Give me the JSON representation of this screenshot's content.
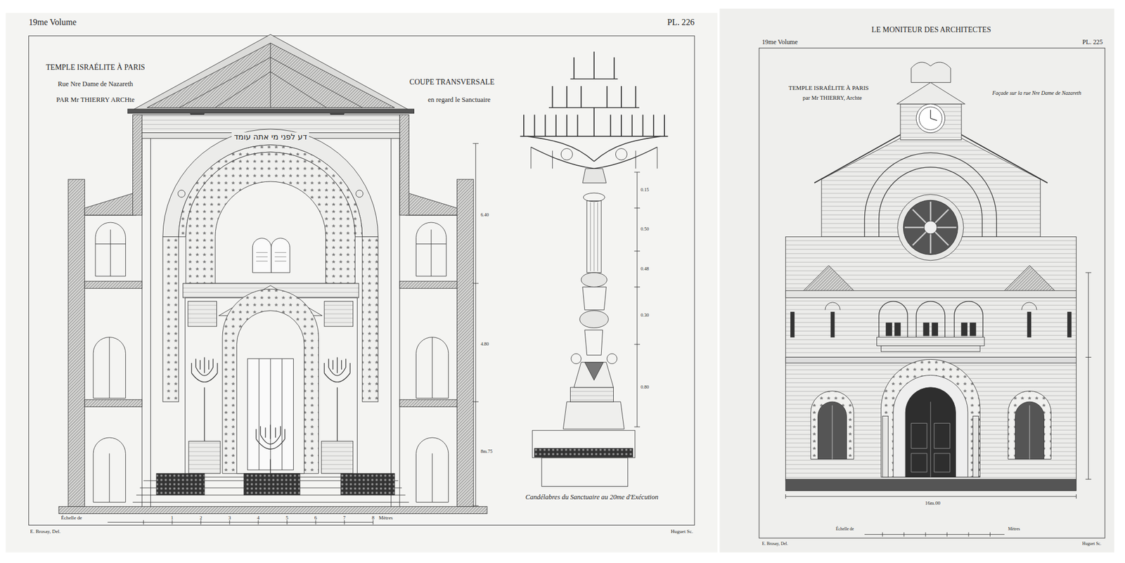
{
  "diagram": {
    "title": "LE MONITEUR DES ARCHITECTES",
    "labels": [
      "19me Volume",
      "PL. 226",
      "TEMPLE ISRAÉLITE À PARIS",
      "Rue Nre Dame de Nazareth",
      "PAR Mr THIERRY ARCHte",
      "COUPE TRANSVERSALE",
      "en regard le Sanctuaire",
      "דע לפני מי אתה עומד",
      "6.40",
      "4.80",
      "8m.75",
      "Échelle de",
      "1",
      "2",
      "3",
      "4",
      "5",
      "6",
      "7",
      "8",
      "Mètres",
      "0.15",
      "0.50",
      "0.48",
      "0.30",
      "0.80",
      "Candélabres du Sanctuaire au 20me d'Exécution",
      "E. Brosay, Del.",
      "Huguet Sc.",
      "19me Volume",
      "PL. 225",
      "TEMPLE ISRAÉLITE À PARIS",
      "par Mr THIERRY, Archte",
      "Façade sur la rue Nre Dame de Nazareth",
      "16m.00",
      "Échelle de",
      "Mètres",
      "E. Brosay, Del.",
      "Huguet Sc."
    ]
  }
}
